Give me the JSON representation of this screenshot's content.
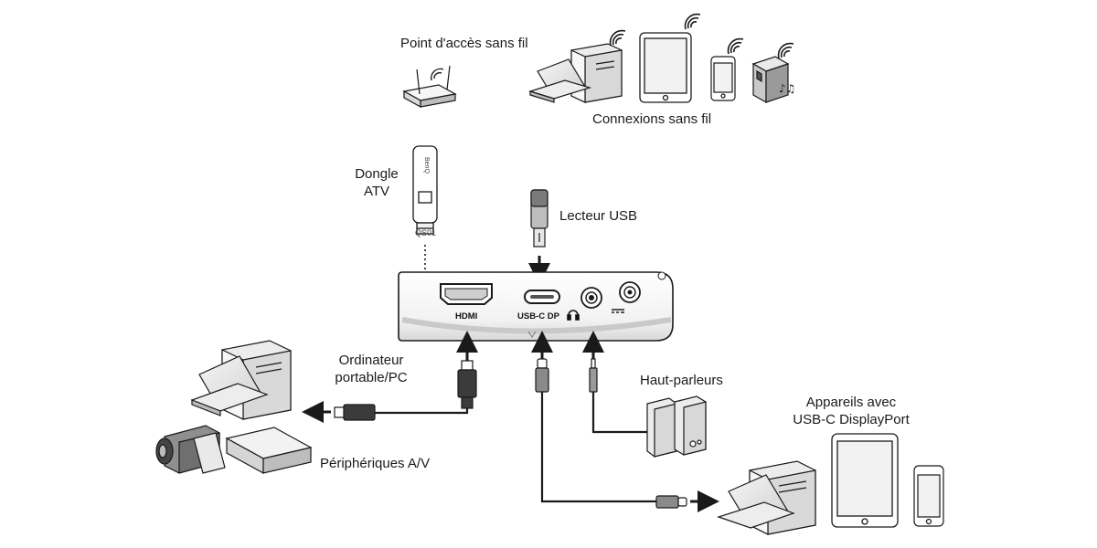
{
  "labels": {
    "wireless_ap": "Point d'accès sans fil",
    "wireless_connections": "Connexions sans fil",
    "dongle_line1": "Dongle",
    "dongle_line2": "ATV",
    "dongle_model": "QS01",
    "dongle_brand": "BenQ",
    "usb_reader": "Lecteur USB",
    "computer_line1": "Ordinateur",
    "computer_line2": "portable/PC",
    "av_devices": "Périphériques A/V",
    "speakers": "Haut-parleurs",
    "usbc_devices_line1": "Appareils avec",
    "usbc_devices_line2": "USB-C DisplayPort"
  },
  "ports": {
    "hdmi": "HDMI",
    "usbc_dp": "USB-C  DP",
    "audio_symbol": "headphone-icon",
    "power_symbol": "dc-power-icon"
  },
  "colors": {
    "line": "#1a1a1a",
    "device_fill": "#f4f4f4",
    "device_shade": "#d9d9d9",
    "plug_gray": "#8a8a8a"
  }
}
